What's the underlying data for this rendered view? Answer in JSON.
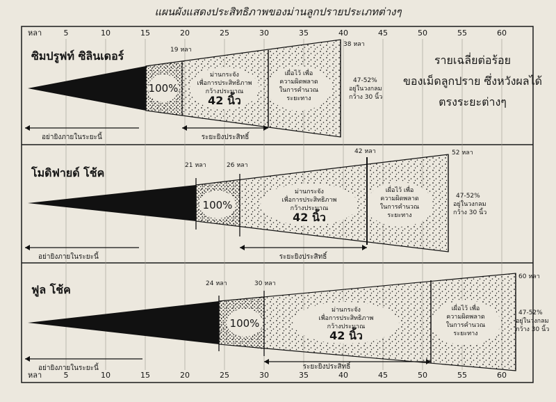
{
  "title": "แผนผังแสดงประสิทธิภาพของม่านลูกปรายประเภทต่างๆ",
  "scale_unit": "หลา",
  "scale_ticks": [
    "5",
    "10",
    "15",
    "20",
    "25",
    "30",
    "35",
    "40",
    "45",
    "50",
    "55",
    "60"
  ],
  "side_note": {
    "line1": "รายเฉลี่ยต่อร้อย",
    "line2": "ของเม็ดลูกปราย ซึ่งหวังผลได้",
    "line3": "ตรงระยะต่างๆ"
  },
  "panels": [
    {
      "name": "ซิมปรูฟท์ ซิลินเดอร์",
      "mark_a": "19 หลา",
      "mark_end": "38 หลา",
      "full_pct": "100%",
      "zone1": [
        "ม่านกระจัง",
        "เพื่อการประสิทธิภาพ",
        "กว้างประมาณ",
        "42 นิ้ว"
      ],
      "zone2": [
        "เผื่อไว้ เพื่อ",
        "ความผิดพลาด",
        "ในการคำนวณ",
        "ระยะทาง"
      ],
      "end_pct": [
        "47-52%",
        "อยู่ในวงกลม",
        "กว้าง 30 นิ้ว"
      ],
      "dont_shoot": "อย่ายิงภายในระยะนี้",
      "effective": "ระยะยิงประสิทธิ์"
    },
    {
      "name": "โมดิฟายด์ โช้ค",
      "mark_a": "21 หลา",
      "mark_b": "26 หลา",
      "mark_c": "42 หลา",
      "mark_end": "52 หลา",
      "full_pct": "100%",
      "zone1": [
        "ม่านกระจัง",
        "เพื่อการประสิทธิภาพ",
        "กว้างประมาณ",
        "42 นิ้ว"
      ],
      "zone2": [
        "เผื่อไว้ เพื่อ",
        "ความผิดพลาด",
        "ในการคำนวณ",
        "ระยะทาง"
      ],
      "end_pct": [
        "47-52%",
        "อยู่ในวงกลม",
        "กว้าง 30 นิ้ว"
      ],
      "dont_shoot": "อย่ายิงภายในระยะนี้",
      "effective": "ระยะยิงประสิทธิ์"
    },
    {
      "name": "ฟูล โช้ค",
      "mark_a": "24 หลา",
      "mark_b": "30 หลา",
      "mark_end": "60 หลา",
      "full_pct": "100%",
      "zone1": [
        "ม่านกระจัง",
        "เพื่อการประสิทธิภาพ",
        "กว้างประมาณ",
        "42 นิ้ว"
      ],
      "zone2": [
        "เผื่อไว้ เพื่อ",
        "ความผิดพลาด",
        "ในการคำนวณ",
        "ระยะทาง"
      ],
      "end_pct": [
        "47-52%",
        "อยู่ในวงกลม",
        "กว้าง 30 นิ้ว"
      ],
      "dont_shoot": "อย่ายิงภายในระยะนี้",
      "effective": "ระยะยิงประสิทธิ์"
    }
  ]
}
